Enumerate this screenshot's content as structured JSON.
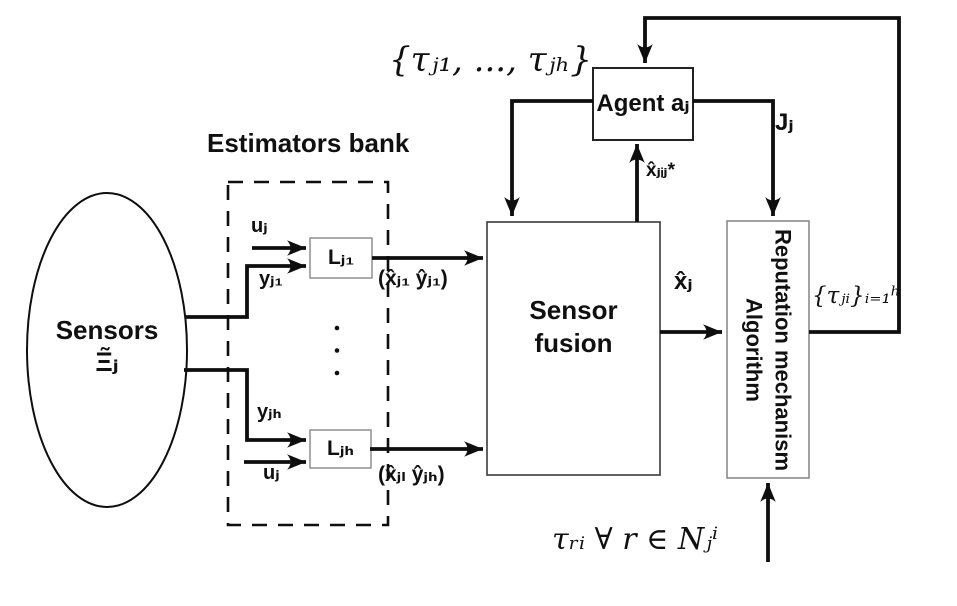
{
  "figure": {
    "sensors": {
      "line1": "Sensors",
      "symbol": "Ξ̃ⱼ"
    },
    "estimators_bank": {
      "title": "Estimators bank",
      "input_u_top": "uⱼ",
      "input_y_top": "yⱼ₁",
      "input_y_bottom": "yⱼₕ",
      "input_u_bottom": "uⱼ",
      "estimator_top": "Lⱼ₁",
      "estimator_bottom": "Lⱼₕ",
      "output_top": "(x̂ⱼ₁ ŷⱼ₁)",
      "output_bottom": "(x̂ⱼₗ ŷⱼₕ)"
    },
    "sensor_fusion": {
      "line1": "Sensor",
      "line2": "fusion",
      "output": "x̂ⱼ",
      "estimate_to_agent": "x̂ⱼᵢⱼ*"
    },
    "agent": {
      "label": "Agent aⱼ",
      "cost_output": "Jⱼ",
      "trust_broadcast": "{τⱼ₁, ..., τⱼₕ}"
    },
    "reputation": {
      "line1": "Reputation mechanism",
      "line2": "Algorithm",
      "trust_output": "{τⱼᵢ}ᵢ₌₁ʰ",
      "neighbor_input": "τᵣᵢ ∀ r ∈ Nⱼⁱ"
    },
    "colors": {
      "line": "#0e0e0e",
      "box_fill": "#ffffff"
    }
  }
}
